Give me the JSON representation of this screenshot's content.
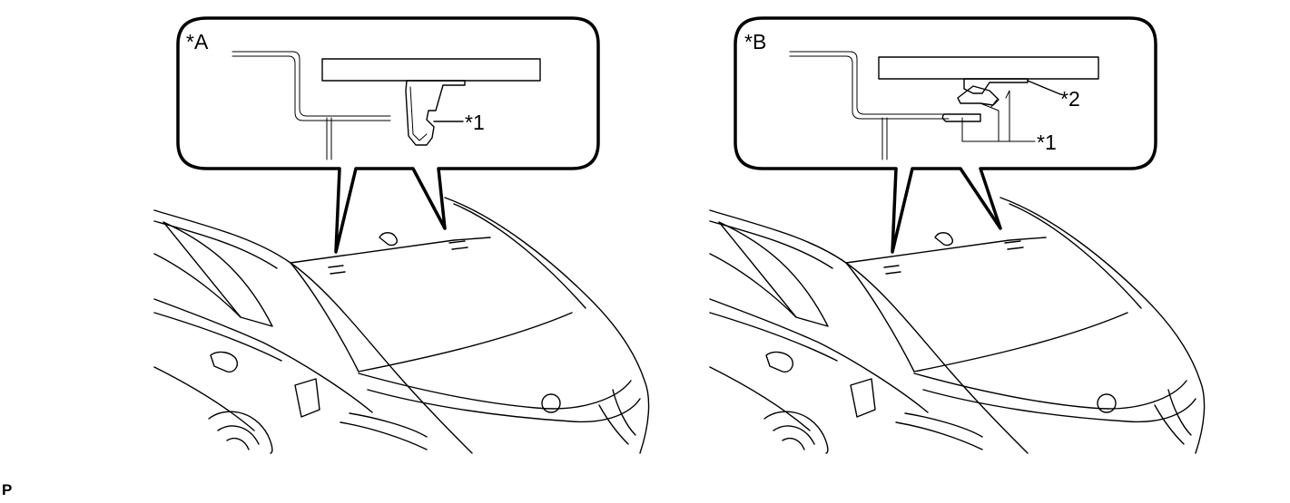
{
  "figure_code": "P",
  "panels": [
    {
      "view_label": "*A",
      "callout_labels": [
        "*1"
      ]
    },
    {
      "view_label": "*B",
      "callout_labels": [
        "*2",
        "*1"
      ]
    }
  ]
}
